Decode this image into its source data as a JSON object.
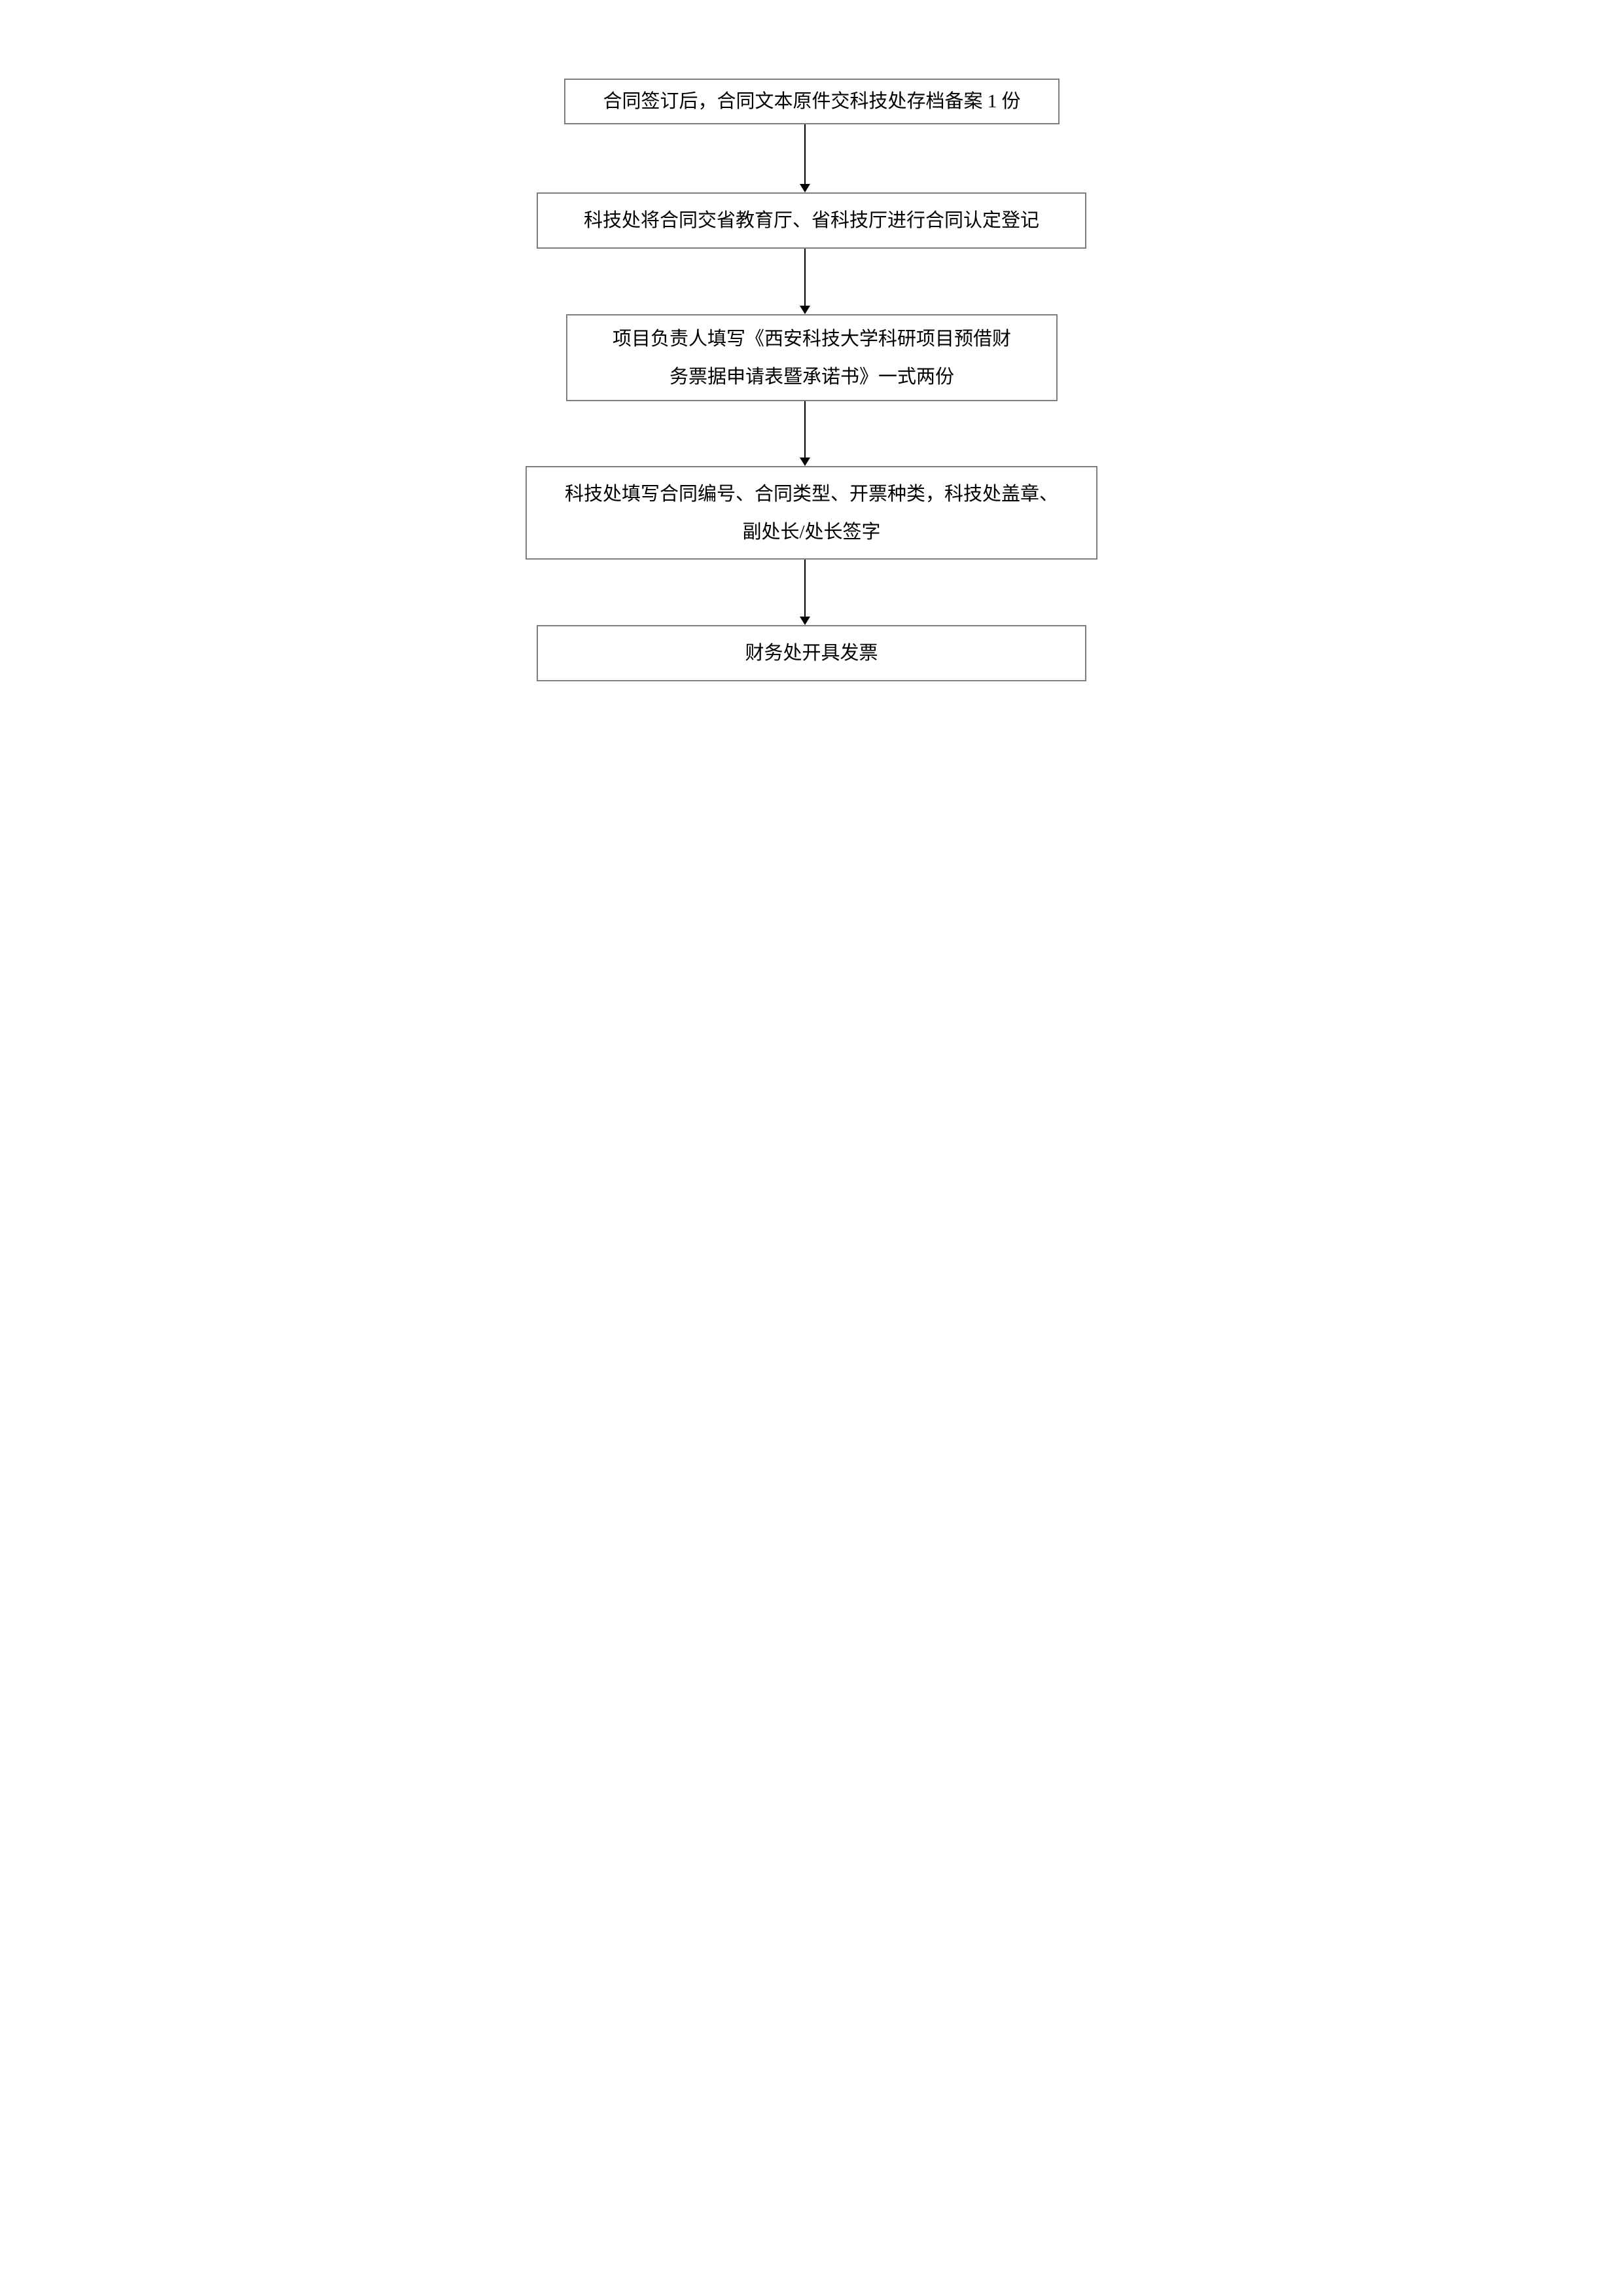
{
  "page": {
    "background_color": "#ffffff",
    "text_color": "#000000"
  },
  "flowchart": {
    "box_border_color": "#7f7f7f",
    "box_fill_color": "#ffffff",
    "arrow_color": "#000000",
    "steps": [
      {
        "lines": [
          "合同签订后，合同文本原件交科技处存档备案 1 份"
        ]
      },
      {
        "lines": [
          "科技处将合同交省教育厅、省科技厅进行合同认定登记"
        ]
      },
      {
        "lines": [
          "项目负责人填写《西安科技大学科研项目预借财",
          "务票据申请表暨承诺书》一式两份"
        ]
      },
      {
        "lines": [
          "科技处填写合同编号、合同类型、开票种类，科技处盖章、",
          "副处长/处长签字"
        ]
      },
      {
        "lines": [
          "财务处开具发票"
        ]
      }
    ]
  }
}
